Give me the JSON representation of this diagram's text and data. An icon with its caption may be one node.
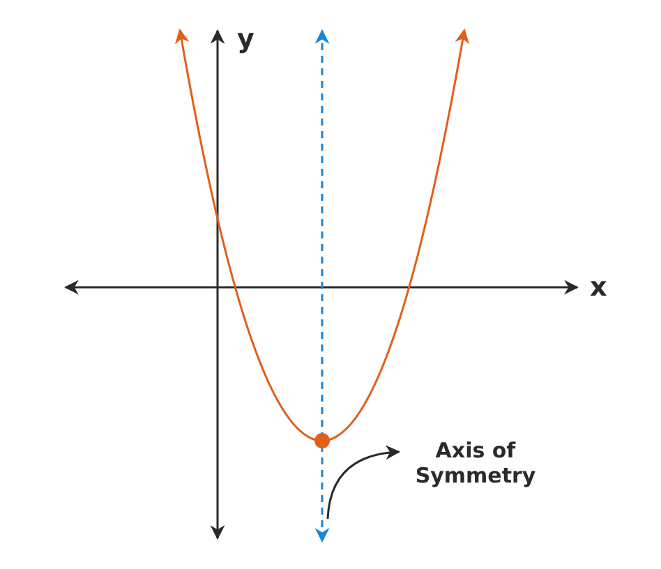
{
  "diagram": {
    "nodes": [
      {
        "text": [],
        "shape": "line"
      },
      {
        "text": [
          "Axis of Symmetry"
        ]
      }
    ],
    "edges": [
      {
        "from": 0,
        "to": 1,
        "arrow": "to"
      }
    ],
    "labels": [
      "y",
      "x"
    ]
  }
}
